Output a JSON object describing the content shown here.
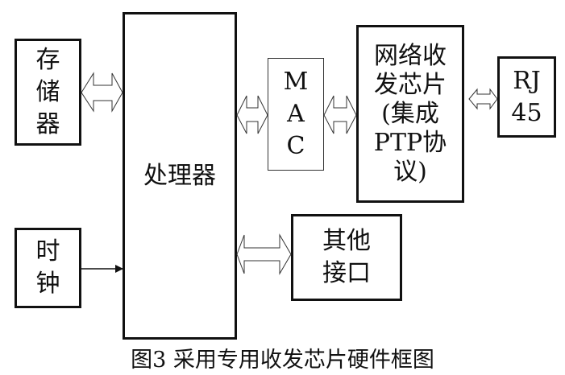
{
  "diagram": {
    "blocks": {
      "memory": "存\n储\n器",
      "processor": "处理器",
      "mac": "M\nA\nC",
      "transceiver": "网络收\n发芯片\n(集成\nPTP协\n议)",
      "rj45": "RJ\n45",
      "clock": "时\n钟",
      "other_interfaces": "其他\n接口"
    },
    "connections": [
      {
        "from": "memory",
        "to": "processor",
        "type": "bidirectional-bus"
      },
      {
        "from": "processor",
        "to": "mac",
        "type": "bidirectional-bus"
      },
      {
        "from": "mac",
        "to": "transceiver",
        "type": "bidirectional-bus"
      },
      {
        "from": "transceiver",
        "to": "rj45",
        "type": "bidirectional-bus"
      },
      {
        "from": "processor",
        "to": "other_interfaces",
        "type": "bidirectional-bus"
      },
      {
        "from": "clock",
        "to": "processor",
        "type": "arrow"
      }
    ],
    "caption": "图3  采用专用收发芯片硬件框图"
  }
}
